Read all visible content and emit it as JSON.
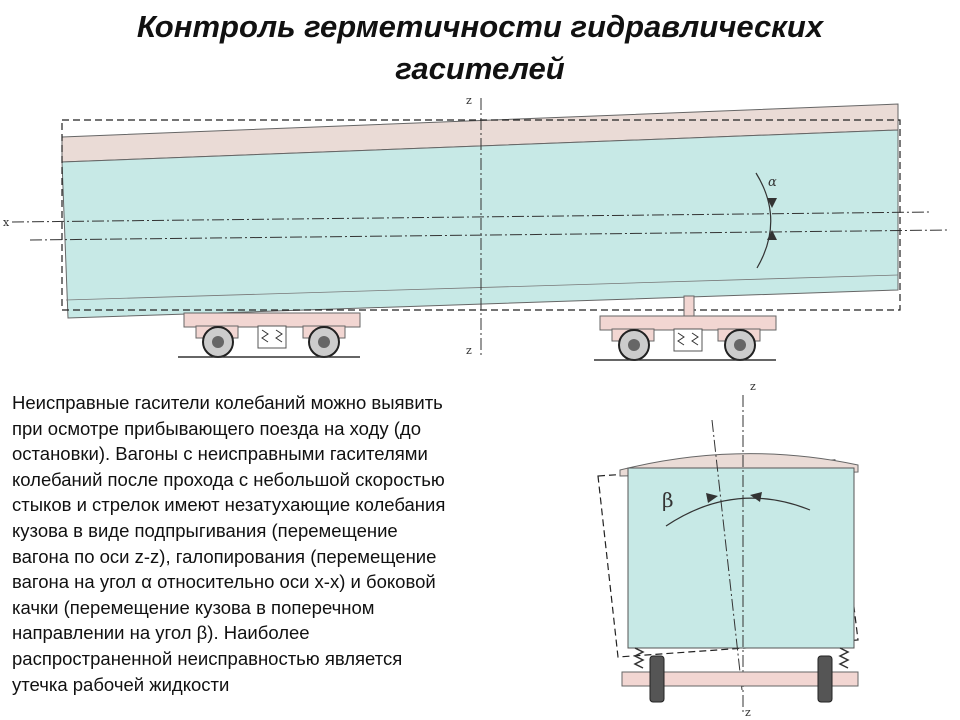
{
  "title": {
    "line1": "Контроль герметичности гидравлических",
    "line2": "гасителей"
  },
  "description_lines": [
    "Неисправные гасители колебаний можно выявить",
    "при осмотре прибывающего поезда на ходу (до",
    "остановки). Вагоны с неисправными гасителями",
    "колебаний после прохода с небольшой скоростью",
    "стыков и стрелок имеют незатухающие колебания",
    "кузова в виде подпрыгивания (перемещение",
    "вагона по оси z-z), галопирования (перемещение",
    "вагона на угол α относительно оси x-x) и боковой",
    "качки (перемещение кузова в поперечном",
    "направлении на угол β). Наиболее",
    "распространенной неисправностью является",
    "утечка рабочей жидкости"
  ],
  "side_view": {
    "axis_z_top": "z",
    "axis_z_bottom": "z",
    "axis_x": "x",
    "angle_label": "α"
  },
  "end_view": {
    "axis_z_top": "z",
    "axis_z_bottom": "z",
    "angle_label": "β"
  },
  "colors": {
    "body_fill": "#c7e9e6",
    "roof_fill": "#eadbd6",
    "frame_fill": "#f2d6d2"
  }
}
